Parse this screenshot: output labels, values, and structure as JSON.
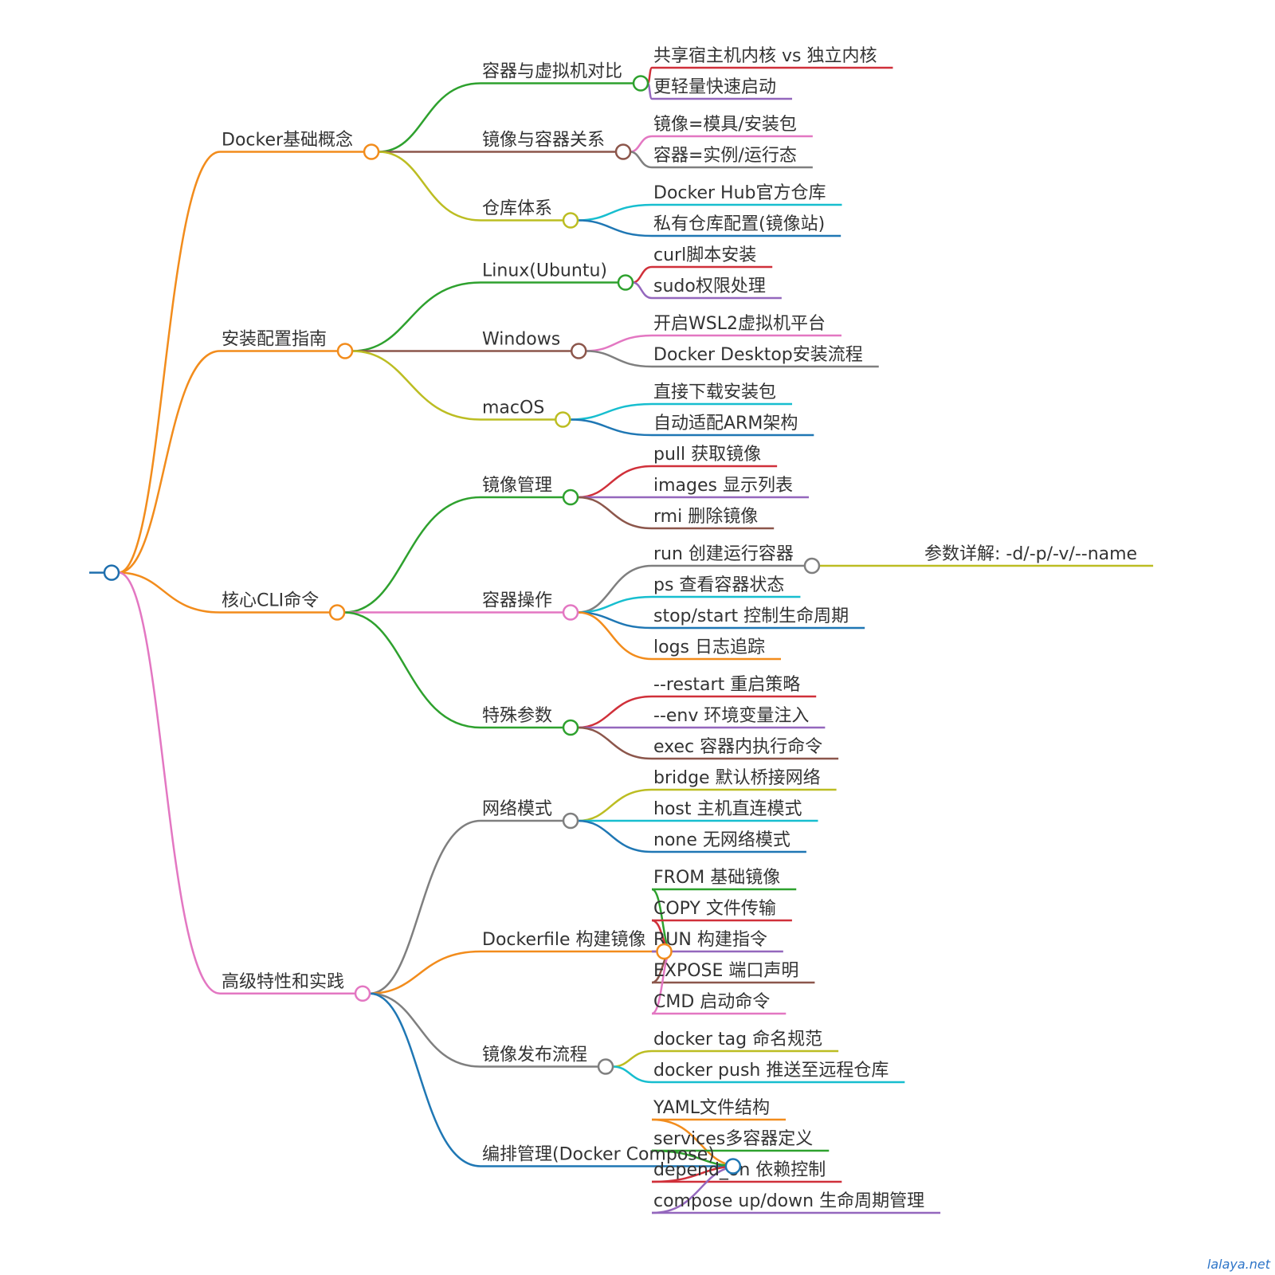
{
  "mindmap": {
    "root": {
      "label": "",
      "color": "#1f6fae",
      "children": [
        {
          "label": "Docker基础概念",
          "color": "#f28c1c",
          "children": [
            {
              "label": "容器与虚拟机对比",
              "color": "#2ea12e",
              "children": [
                {
                  "label": "共享宿主机内核 vs 独立内核",
                  "color": "#d0303a"
                },
                {
                  "label": "更轻量快速启动",
                  "color": "#9467bd"
                }
              ]
            },
            {
              "label": "镜像与容器关系",
              "color": "#8c564b",
              "children": [
                {
                  "label": "镜像=模具/安装包",
                  "color": "#e377c2"
                },
                {
                  "label": "容器=实例/运行态",
                  "color": "#7f7f7f"
                }
              ]
            },
            {
              "label": "仓库体系",
              "color": "#bcbd22",
              "children": [
                {
                  "label": "Docker Hub官方仓库",
                  "color": "#17becf"
                },
                {
                  "label": "私有仓库配置(镜像站)",
                  "color": "#1f77b4"
                }
              ]
            }
          ]
        },
        {
          "label": "安装配置指南",
          "color": "#f28c1c",
          "children": [
            {
              "label": "Linux(Ubuntu)",
              "color": "#2ea12e",
              "children": [
                {
                  "label": "curl脚本安装",
                  "color": "#d0303a"
                },
                {
                  "label": "sudo权限处理",
                  "color": "#9467bd"
                }
              ]
            },
            {
              "label": "Windows",
              "color": "#8c564b",
              "children": [
                {
                  "label": "开启WSL2虚拟机平台",
                  "color": "#e377c2"
                },
                {
                  "label": "Docker Desktop安装流程",
                  "color": "#7f7f7f"
                }
              ]
            },
            {
              "label": "macOS",
              "color": "#bcbd22",
              "children": [
                {
                  "label": "直接下载安装包",
                  "color": "#17becf"
                },
                {
                  "label": "自动适配ARM架构",
                  "color": "#1f77b4"
                }
              ]
            }
          ]
        },
        {
          "label": "核心CLI命令",
          "color": "#f28c1c",
          "children": [
            {
              "label": "镜像管理",
              "color": "#2ea12e",
              "children": [
                {
                  "label": "pull 获取镜像",
                  "color": "#d0303a"
                },
                {
                  "label": "images 显示列表",
                  "color": "#9467bd"
                },
                {
                  "label": "rmi 删除镜像",
                  "color": "#8c564b"
                }
              ]
            },
            {
              "label": "容器操作",
              "color": "#e377c2",
              "children": [
                {
                  "label": "run 创建运行容器",
                  "color": "#7f7f7f",
                  "children": [
                    {
                      "label": "参数详解: -d/-p/-v/--name",
                      "color": "#bcbd22"
                    }
                  ]
                },
                {
                  "label": "ps 查看容器状态",
                  "color": "#17becf"
                },
                {
                  "label": "stop/start 控制生命周期",
                  "color": "#1f77b4"
                },
                {
                  "label": "logs 日志追踪",
                  "color": "#f28c1c"
                }
              ]
            },
            {
              "label": "特殊参数",
              "color": "#2ea12e",
              "children": [
                {
                  "label": "--restart 重启策略",
                  "color": "#d0303a"
                },
                {
                  "label": "--env 环境变量注入",
                  "color": "#9467bd"
                },
                {
                  "label": "exec 容器内执行命令",
                  "color": "#8c564b"
                }
              ]
            }
          ]
        },
        {
          "label": "高级特性和实践",
          "color": "#e377c2",
          "children": [
            {
              "label": "网络模式",
              "color": "#7f7f7f",
              "children": [
                {
                  "label": "bridge 默认桥接网络",
                  "color": "#bcbd22"
                },
                {
                  "label": "host 主机直连模式",
                  "color": "#17becf"
                },
                {
                  "label": "none 无网络模式",
                  "color": "#1f77b4"
                }
              ]
            },
            {
              "label": "Dockerfile 构建镜像",
              "color": "#f28c1c",
              "children": [
                {
                  "label": "FROM 基础镜像",
                  "color": "#2ea12e"
                },
                {
                  "label": "COPY 文件传输",
                  "color": "#d0303a"
                },
                {
                  "label": "RUN 构建指令",
                  "color": "#9467bd"
                },
                {
                  "label": "EXPOSE 端口声明",
                  "color": "#8c564b"
                },
                {
                  "label": "CMD 启动命令",
                  "color": "#e377c2"
                }
              ]
            },
            {
              "label": "镜像发布流程",
              "color": "#7f7f7f",
              "children": [
                {
                  "label": "docker tag 命名规范",
                  "color": "#bcbd22"
                },
                {
                  "label": "docker push 推送至远程仓库",
                  "color": "#17becf"
                }
              ]
            },
            {
              "label": "编排管理(Docker Compose)",
              "color": "#1f77b4",
              "children": [
                {
                  "label": "YAML文件结构",
                  "color": "#f28c1c"
                },
                {
                  "label": "services多容器定义",
                  "color": "#2ea12e"
                },
                {
                  "label": "depend_on 依赖控制",
                  "color": "#d0303a"
                },
                {
                  "label": "compose up/down 生命周期管理",
                  "color": "#9467bd"
                }
              ]
            }
          ]
        }
      ]
    }
  },
  "watermark": "lalaya.net"
}
